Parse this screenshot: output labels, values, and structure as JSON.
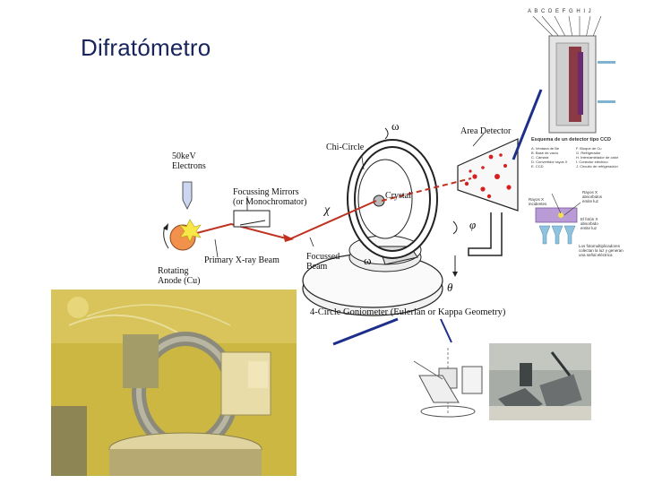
{
  "slide": {
    "title": "Difratómetro"
  },
  "ccd_detector": {
    "column_letters": "A B C D E F G H I J",
    "heading": "Esquema de un detector tipo CCD",
    "legend_left": [
      "A. Ventana de Be",
      "B. Base de vacío",
      "C. Cámara",
      "D. Convertidor rayos X",
      "E. CCD"
    ],
    "legend_right": [
      "F. Bloque de Cu",
      "G. Refrigerador",
      "H. Intercambiador de calor",
      "I. Conector eléctrico",
      "J. Circuito de refrigeración"
    ]
  },
  "diffractometer": {
    "omega_top": "ω",
    "area_detector": "Area Detector",
    "chi_circle": "Chi-Circle",
    "source": [
      "50keV",
      "Electrons"
    ],
    "mirrors": [
      "Focussing Mirrors",
      "(or Monochromator)"
    ],
    "crystal": "Crystal",
    "chi": "χ",
    "phi": "φ",
    "omega_base": "ω",
    "theta": "θ",
    "primary_beam": "Primary X-ray Beam",
    "focussed_beam": [
      "Focussed",
      "Beam"
    ],
    "anode": [
      "Rotating",
      "Anode (Cu)"
    ],
    "caption": "4-Circle Goniometer (Eulerian or Kappa Geometry)"
  },
  "scintillation": {
    "label_rays": [
      "Rayos X",
      "incidentes"
    ],
    "label_rays_right": [
      "Rayos X",
      "absorbidos",
      "emite luz"
    ],
    "label_phosphor": [
      "El fotón X",
      "absorbido",
      "emite luz"
    ],
    "note": [
      "Los fotomultiplicadores",
      "colectan la luz y generan",
      "una señal eléctrica"
    ]
  },
  "colors": {
    "title": "#17245c",
    "beam": "#c0311f",
    "arrow_blue": "#1d2f8a",
    "photo_bg": "#c9b23e"
  }
}
